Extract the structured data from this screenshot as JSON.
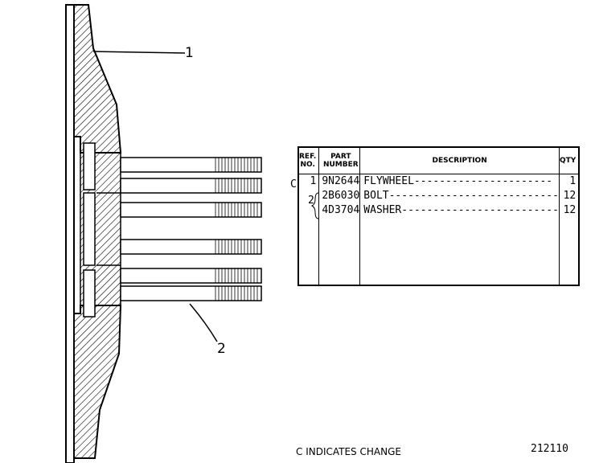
{
  "callouts": {
    "one": "1",
    "two": "2"
  },
  "table": {
    "headers": {
      "ref": "REF.\nNO.",
      "part": "PART\nNUMBER",
      "desc": "DESCRIPTION",
      "qty": "QTY"
    },
    "change_mark": "C",
    "brace_number": "2",
    "rows": [
      {
        "ref": "1",
        "part": "9N2644",
        "desc": "FLYWHEEL----------------------",
        "qty": "1"
      },
      {
        "ref": "",
        "part": "2B6030",
        "desc": "BOLT---------------------------",
        "qty": "12"
      },
      {
        "ref": "",
        "part": "4D3704",
        "desc": "WASHER-------------------------",
        "qty": "12"
      }
    ]
  },
  "footer_note": "C INDICATES CHANGE",
  "figure_number": "212110"
}
